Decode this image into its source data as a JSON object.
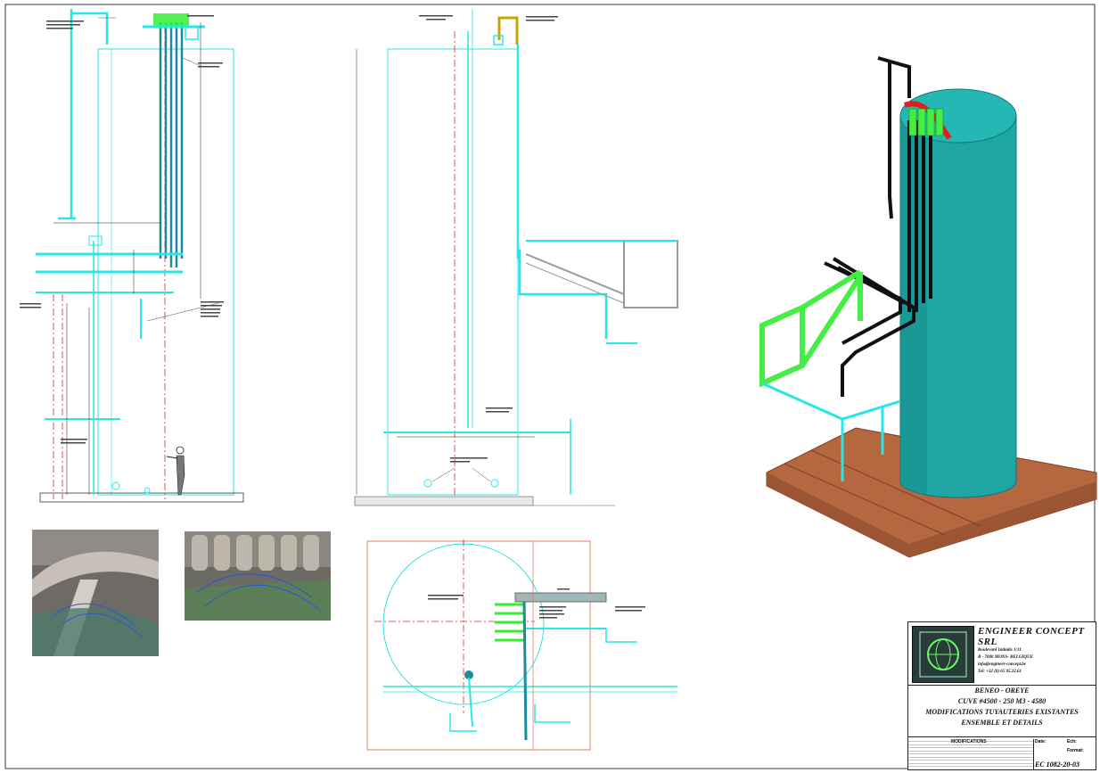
{
  "drawing": {
    "company": {
      "name": "ENGINEER CONCEPT SRL",
      "address1": "Boulevard Initialis 1/11",
      "address2": "B - 7000 MONS- BELGIQUE",
      "email": "info@engineer-concept.be",
      "tel": "Tel: +32 (0) 65 95.22.61"
    },
    "project": {
      "client": "BENEO - OREYE",
      "tank": "CUVE #4500 - 250 M3 - 4580",
      "subject": "MODIFICATIONS TUYAUTERIES EXISTANTES",
      "detail": "ENSEMBLE ET DETAILS"
    },
    "fields": {
      "modifications": "MODIFICATIONS",
      "date_label": "Date:",
      "scale_label": "Ech:",
      "format_label": "Format:",
      "reference": "EC 1082-20-03"
    },
    "colors": {
      "pipe": "#29e6e6",
      "new_pipe": "#33ee33",
      "existing_pipe": "#1a8c9c",
      "axis": "#dd2222",
      "tank_3d": "#1fa6a4",
      "floor_3d": "#b5673f",
      "support_3d": "#111111"
    }
  }
}
